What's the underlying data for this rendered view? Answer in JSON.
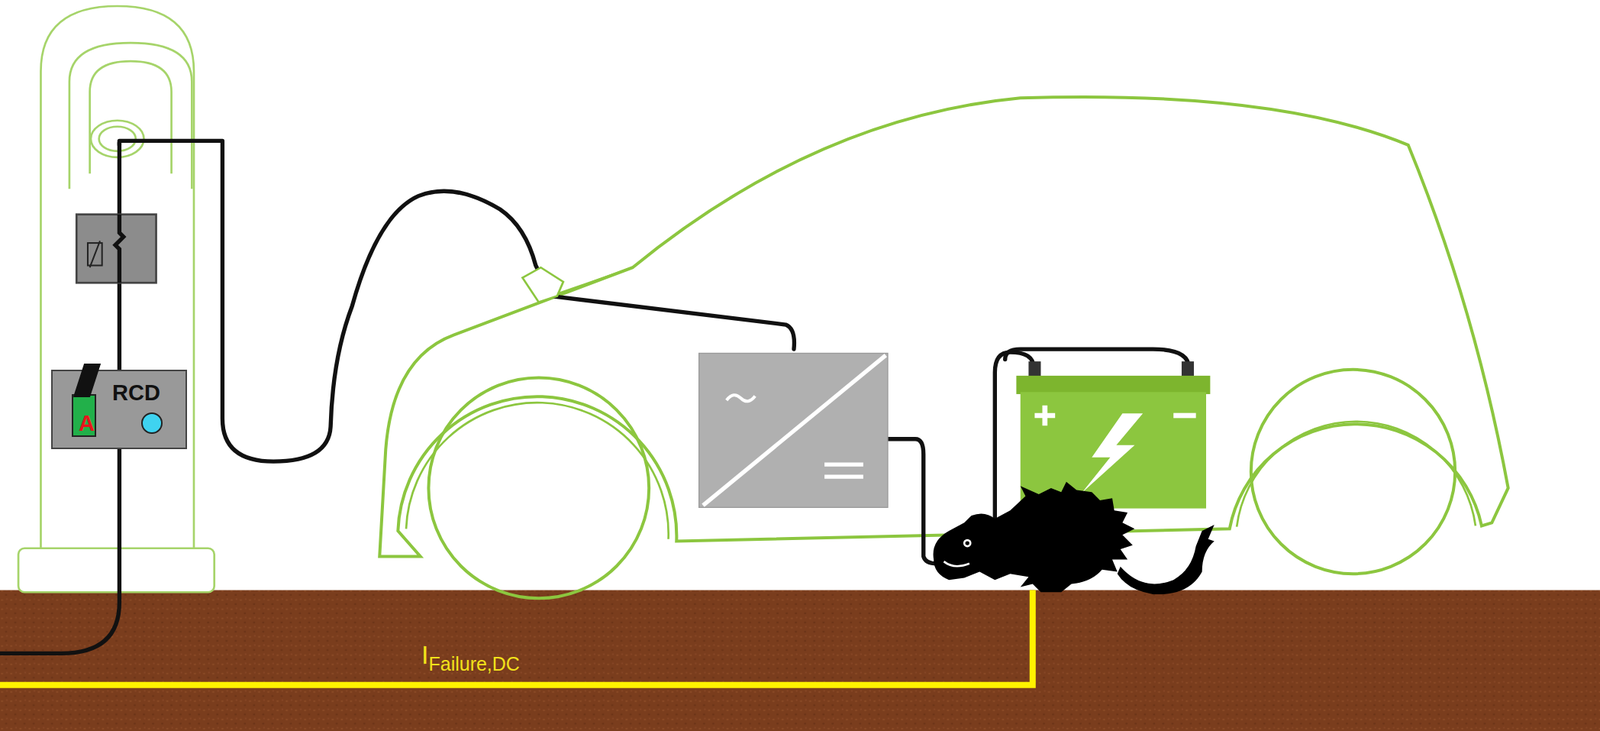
{
  "diagram": {
    "nodes": [
      {
        "text": [
          "RCD",
          "A"
        ]
      }
    ],
    "labels": [
      "I",
      "Failure,DC"
    ]
  }
}
